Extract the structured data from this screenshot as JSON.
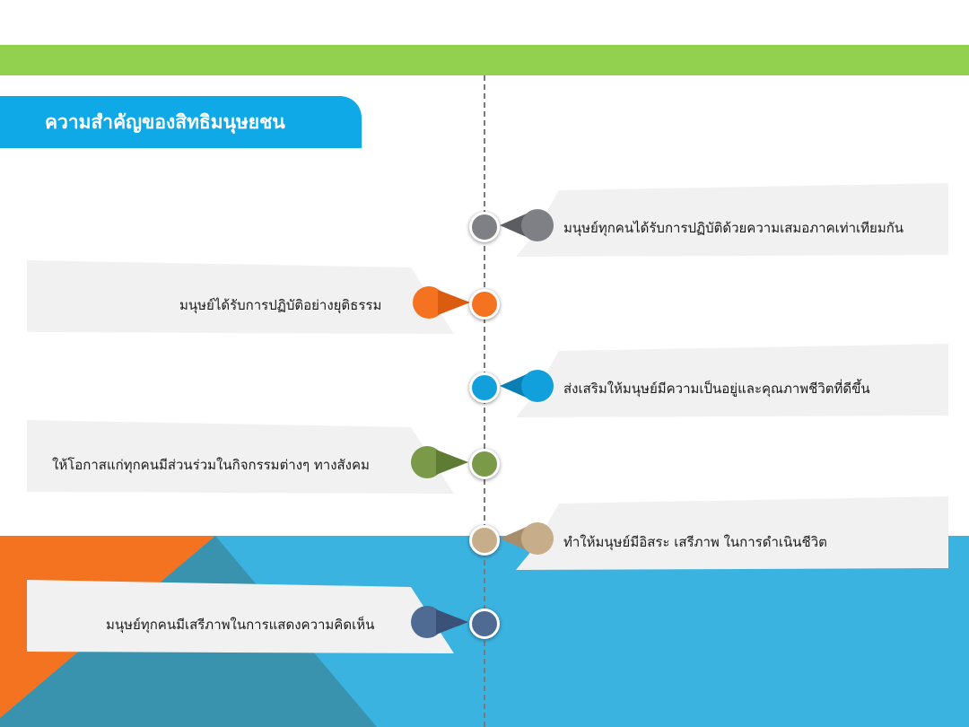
{
  "title": "ความสำคัญของสิทธิมนุษยชน",
  "items": [
    {
      "text": "มนุษย์ทุกคนได้รับการปฏิบัติด้วยความเสมอภาคเท่าเทียมกัน",
      "side": "right",
      "color": "#7f8085"
    },
    {
      "text": "มนุษย์ได้รับการปฏิบัติอย่างยุติธรรม",
      "side": "left",
      "color": "#f57220"
    },
    {
      "text": "ส่งเสริมให้มนุษย์มีความเป็นอยู่และคุณภาพชีวิตที่ดีขึ้น",
      "side": "right",
      "color": "#11a0dc"
    },
    {
      "text": "ให้โอกาสแก่ทุกคนมีส่วนร่วมในกิจกรรมต่างๆ ทางสังคม",
      "side": "left",
      "color": "#7a9a4a"
    },
    {
      "text": "ทำให้มนุษย์มีอิสระ เสรีภาพ ในการดำเนินชีวิต",
      "side": "right",
      "color": "#c8ad8a"
    },
    {
      "text": "มนุษย์ทุกคนมีเสรีภาพในการแสดงความคิดเห็น",
      "side": "left",
      "color": "#4f6b94"
    }
  ],
  "colors": {
    "top_bar": "#92d050",
    "title_tab": "#0ea9e6",
    "bg_blue": "#3bb3e0",
    "bg_orange": "#f47320",
    "bg_teal": "#3a93ae",
    "card": "#f1f1f1"
  }
}
